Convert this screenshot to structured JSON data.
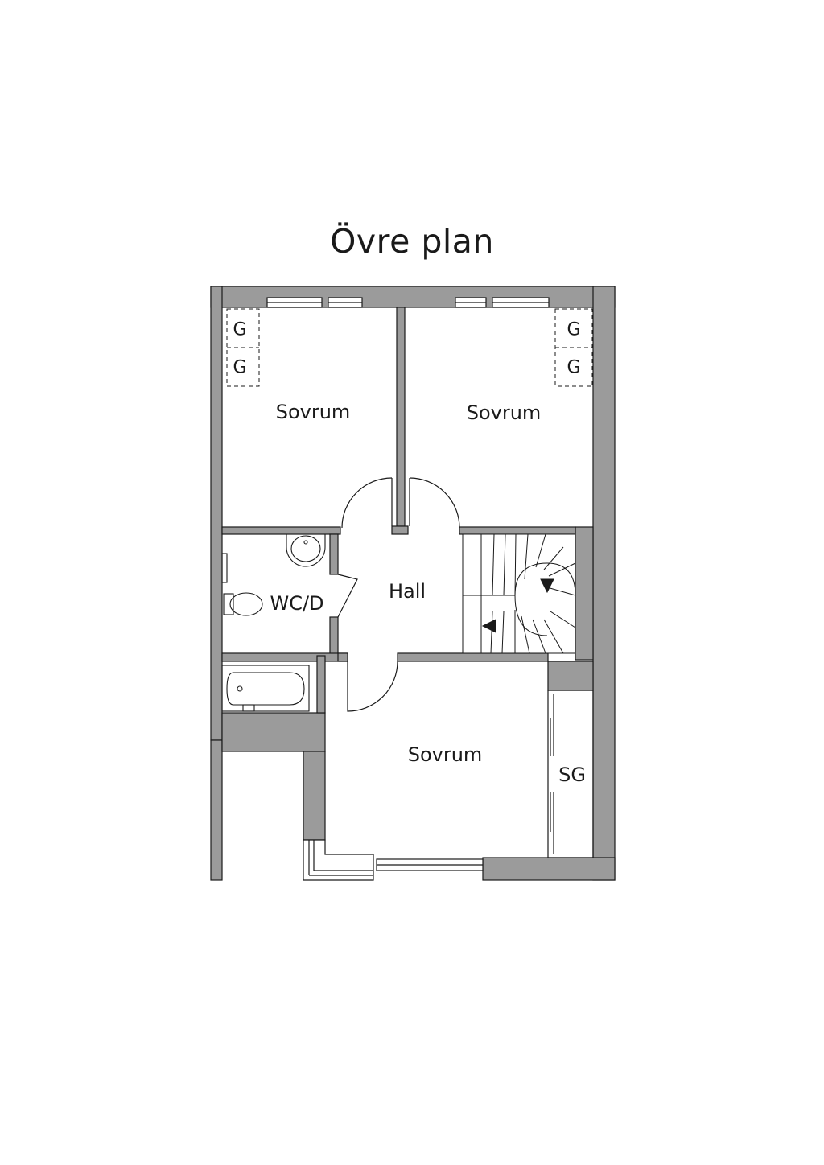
{
  "title": "Övre plan",
  "rooms": {
    "bedroom_top_left": "Sovrum",
    "bedroom_top_right": "Sovrum",
    "bedroom_bottom": "Sovrum",
    "hall": "Hall",
    "wc": "WC/D",
    "wardrobe": "SG"
  },
  "closets": {
    "left_1": "G",
    "left_2": "G",
    "right_1": "G",
    "right_2": "G"
  },
  "colors": {
    "wall": "#9b9b9b",
    "line": "#1a1a1a",
    "background": "#ffffff"
  }
}
